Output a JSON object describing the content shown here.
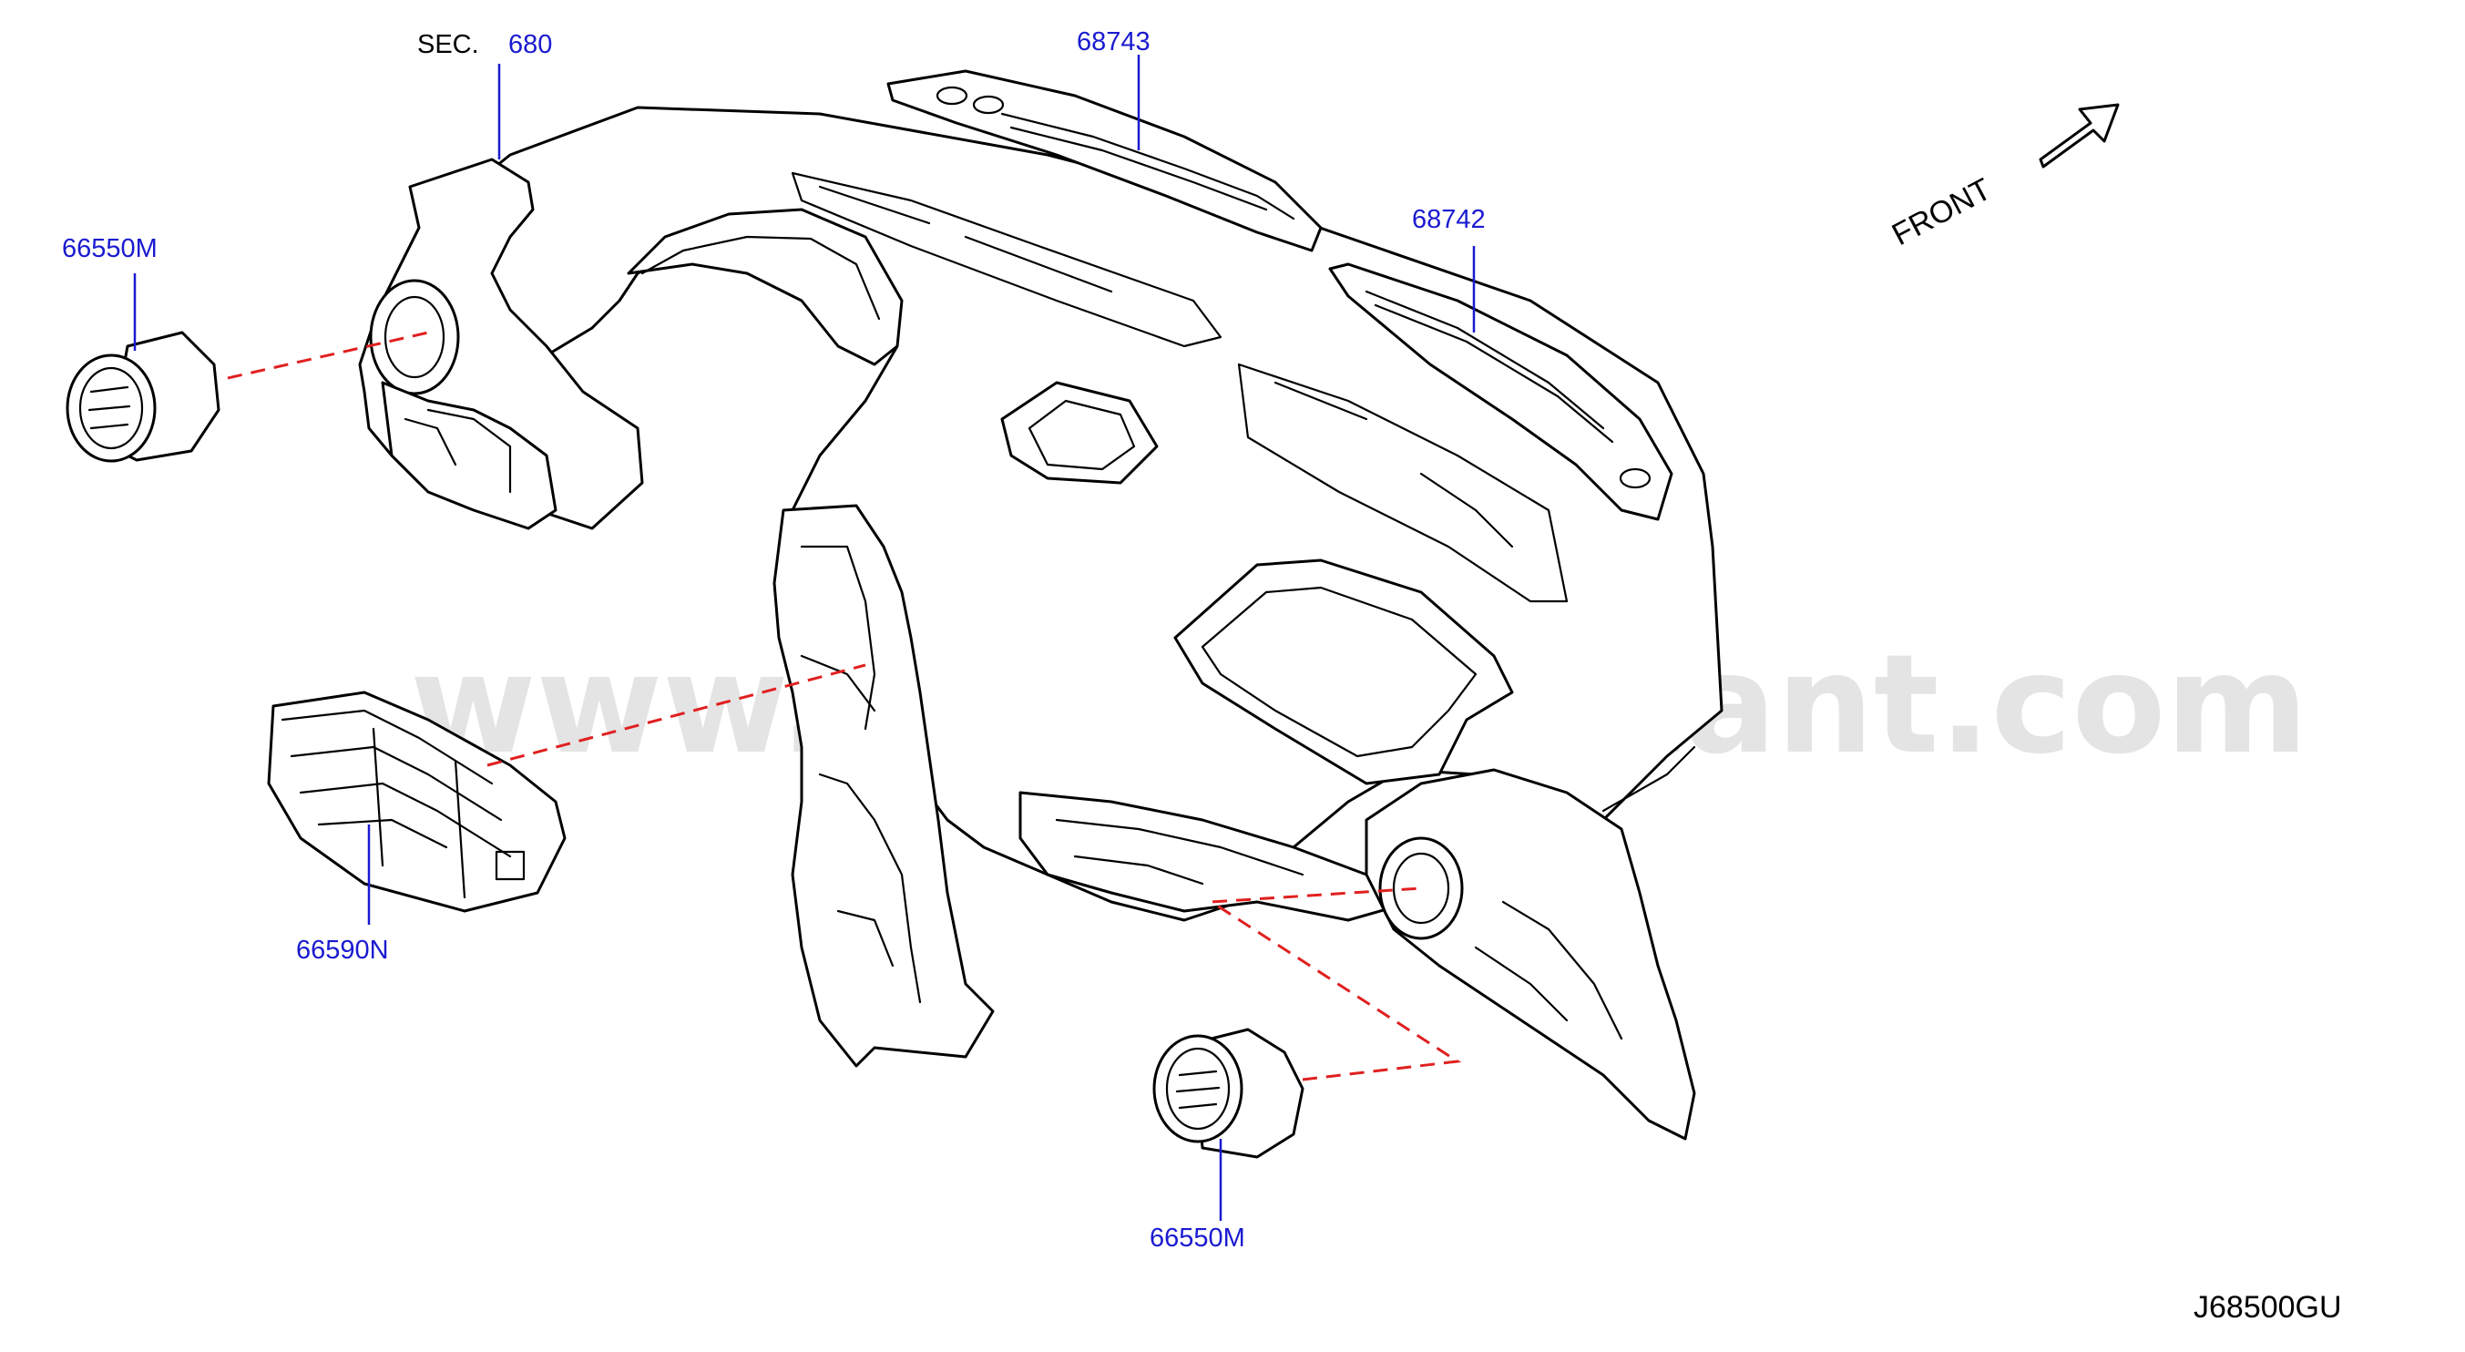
{
  "watermark": "www.partsassistant.com",
  "front": {
    "label": "FRONT"
  },
  "section_ref": {
    "prefix": "SEC.",
    "number": "680"
  },
  "callouts": {
    "defroster_grille_center": "68743",
    "defroster_grille_side": "68742",
    "side_vent_left": "66550M",
    "center_vent": "66590N",
    "side_vent_right": "66550M"
  },
  "drawing_code": "J68500GU",
  "colors": {
    "callout_text": "#1a1ad0",
    "leader_line": "#1a1ad0",
    "assembly_dash": "#e02020",
    "linework": "#000000",
    "watermark": "#cfcfcf"
  }
}
